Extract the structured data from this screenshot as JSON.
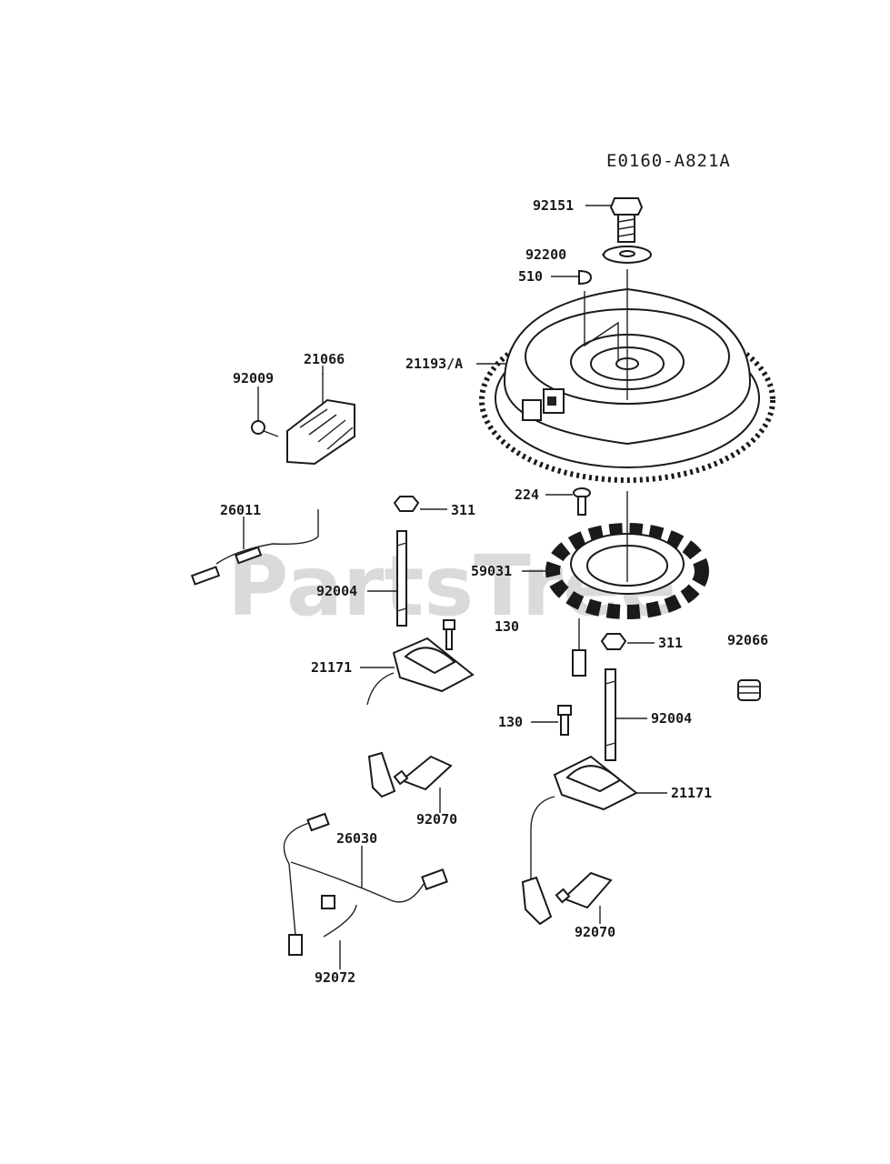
{
  "drawing_code": "E0160-A821A",
  "watermark": "PartsTree",
  "callouts": [
    {
      "id": "c1",
      "text": "92151"
    },
    {
      "id": "c2",
      "text": "92200"
    },
    {
      "id": "c3",
      "text": "510"
    },
    {
      "id": "c4",
      "text": "21193/A"
    },
    {
      "id": "c5",
      "text": "21066"
    },
    {
      "id": "c6",
      "text": "92009"
    },
    {
      "id": "c7",
      "text": "26011"
    },
    {
      "id": "c8",
      "text": "311"
    },
    {
      "id": "c9",
      "text": "224"
    },
    {
      "id": "c10",
      "text": "59031"
    },
    {
      "id": "c11",
      "text": "92004"
    },
    {
      "id": "c12",
      "text": "130"
    },
    {
      "id": "c13",
      "text": "311"
    },
    {
      "id": "c14",
      "text": "92066"
    },
    {
      "id": "c15",
      "text": "21171"
    },
    {
      "id": "c16",
      "text": "130"
    },
    {
      "id": "c17",
      "text": "92004"
    },
    {
      "id": "c18",
      "text": "92070"
    },
    {
      "id": "c19",
      "text": "21171"
    },
    {
      "id": "c20",
      "text": "26030"
    },
    {
      "id": "c21",
      "text": "92070"
    },
    {
      "id": "c22",
      "text": "92072"
    }
  ]
}
